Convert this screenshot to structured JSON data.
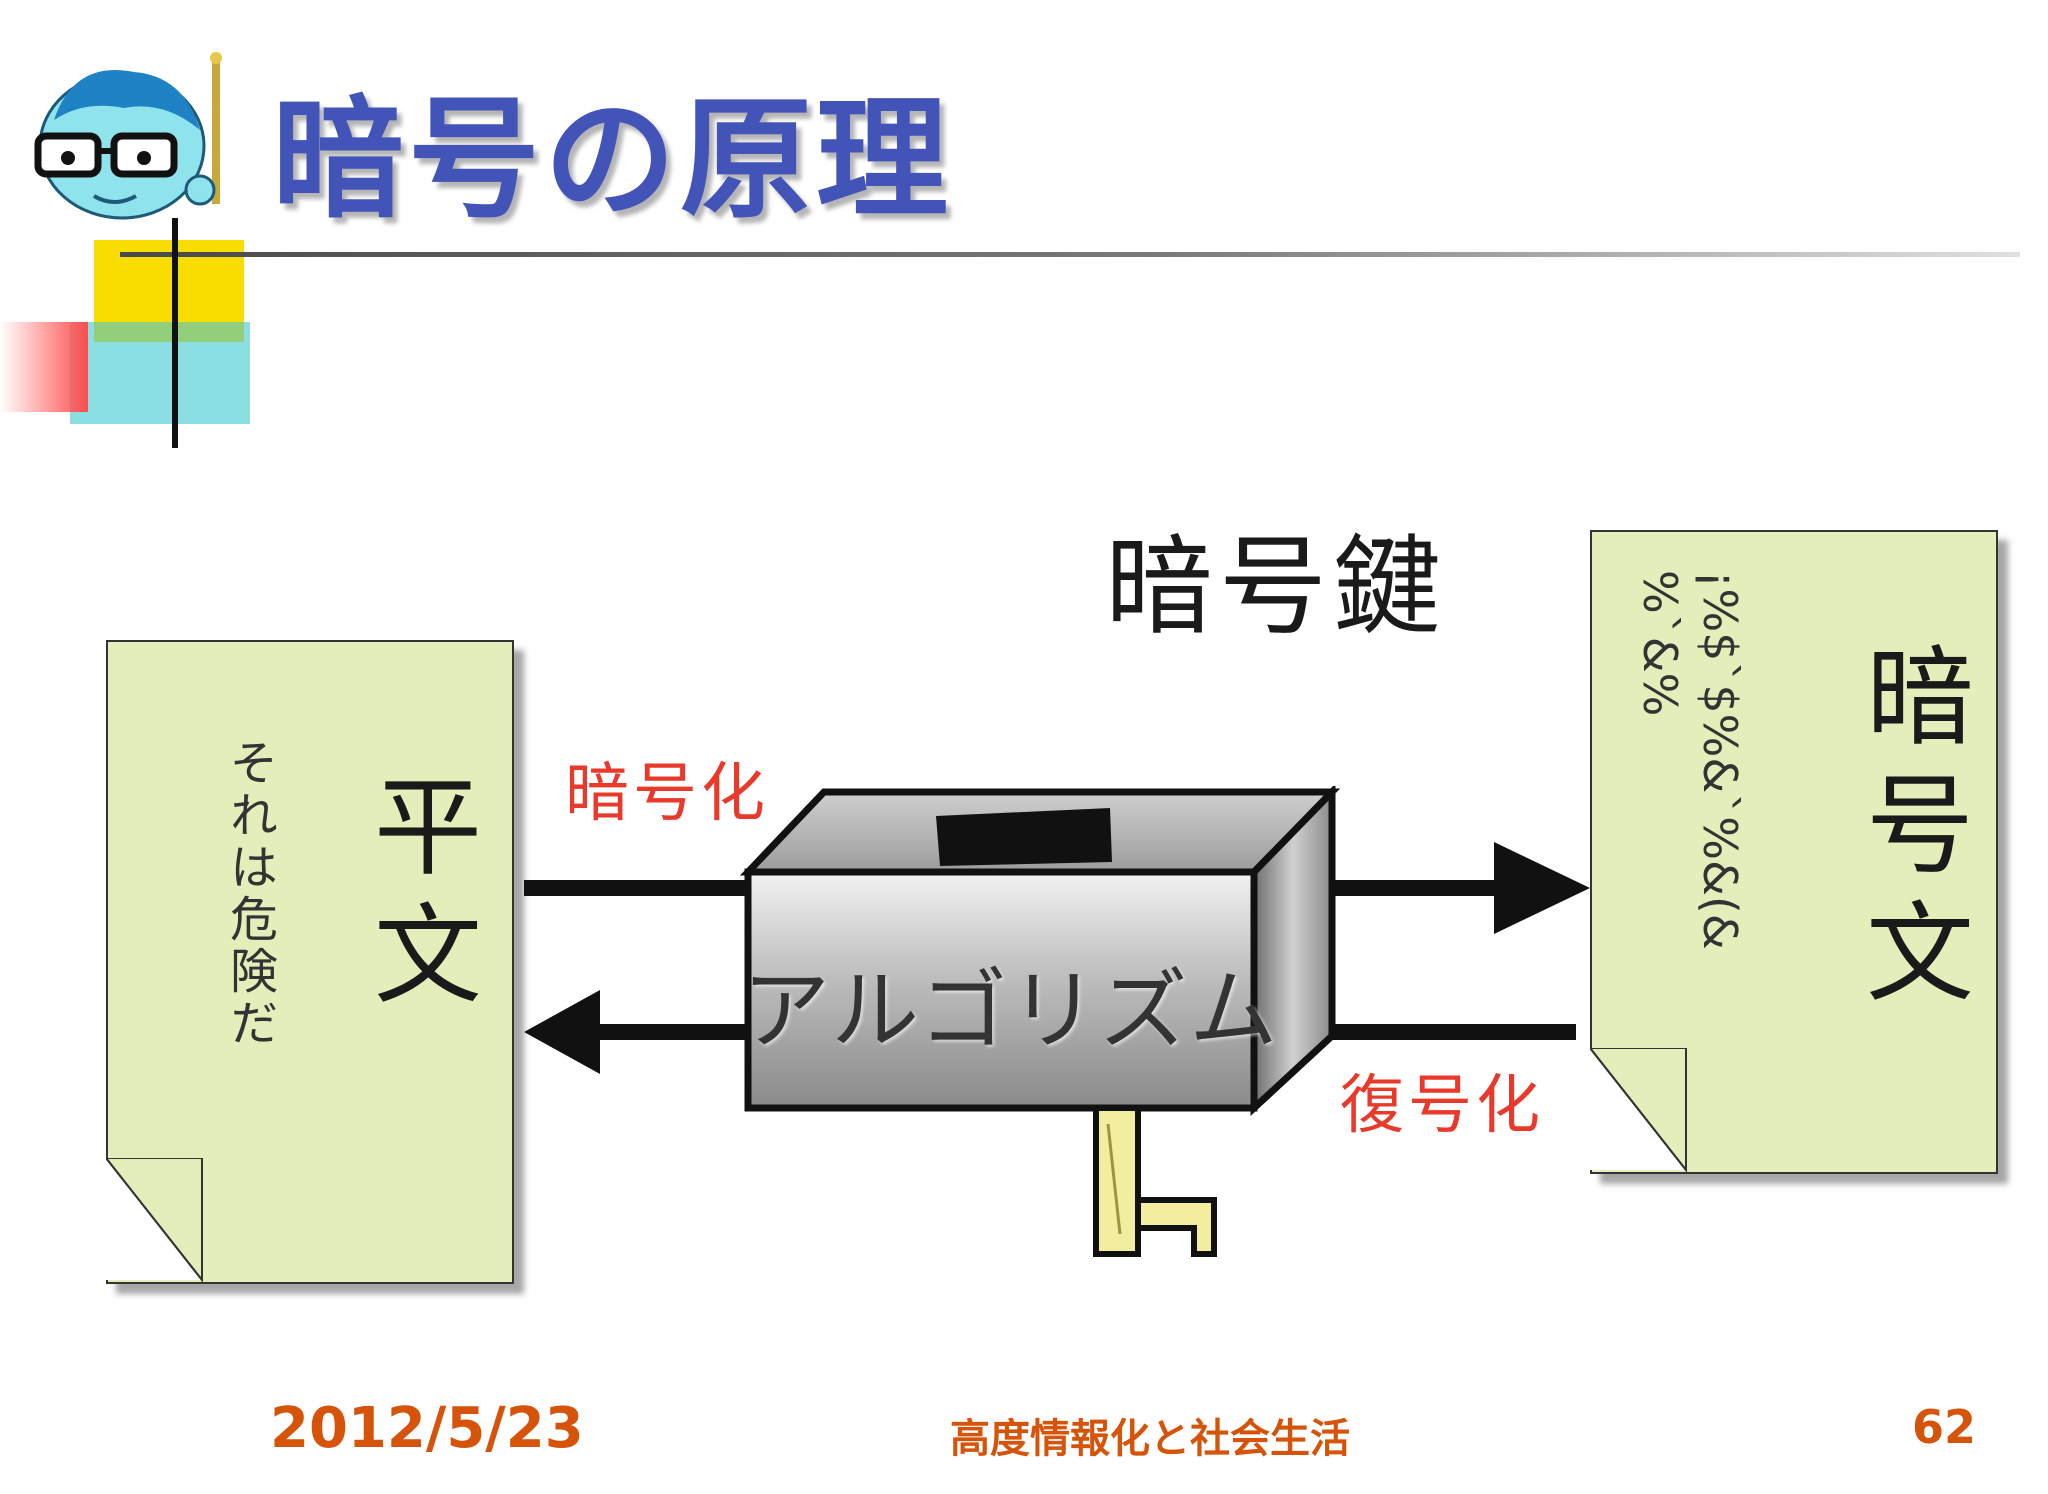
{
  "slide": {
    "title": "暗号の原理"
  },
  "diagram": {
    "plaintext_title": "平文",
    "plaintext_body": "それは危険だ",
    "ciphertext_title": "暗号文",
    "ciphertext_body": "¡%$`$%&`%&(& %`&%",
    "key_label": "暗号鍵",
    "encrypt_label": "暗号化",
    "decrypt_label": "復号化",
    "algorithm_label": "アルゴリズム"
  },
  "footer": {
    "date": "2012/5/23",
    "course": "高度情報化と社会生活",
    "page": "62"
  },
  "colors": {
    "title": "#4354b8",
    "document": "#e3eeba",
    "accent_red": "#e8392a",
    "footer": "#d5540a"
  }
}
